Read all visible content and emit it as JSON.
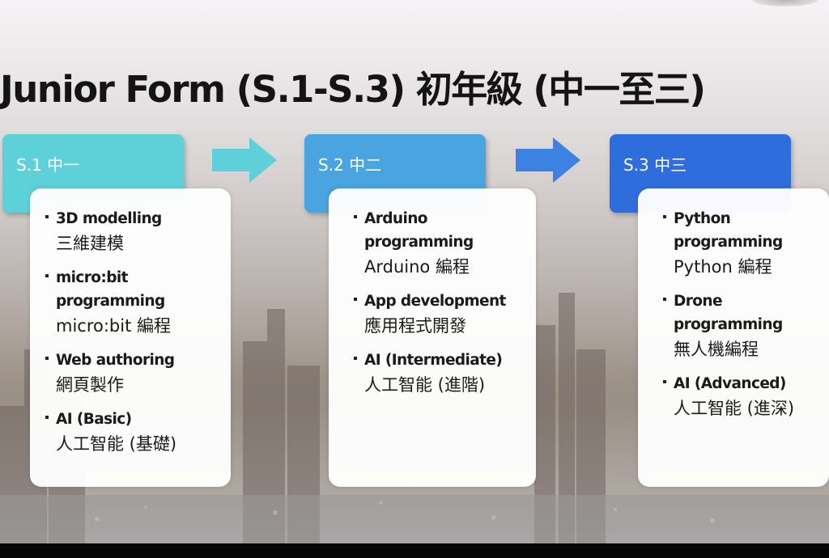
{
  "title": "Junior Form (S.1-S.3) 初年級 (中一至三)",
  "colors": {
    "s1": "#5ed1d8",
    "s2": "#49a4e0",
    "s3": "#2f6ddc",
    "arrow_1": "#5ed1d8",
    "arrow_2": "#3b82e2"
  },
  "stages": [
    {
      "label": "S.1 中一",
      "items": [
        {
          "en": "3D modelling",
          "zh": "三維建模"
        },
        {
          "en": "micro:bit\nprogramming",
          "zh": "micro:bit 編程"
        },
        {
          "en": "Web authoring",
          "zh": "網頁製作"
        },
        {
          "en": "AI (Basic)",
          "zh": "人工智能 (基礎)"
        }
      ]
    },
    {
      "label": "S.2 中二",
      "items": [
        {
          "en": "Arduino programming",
          "zh": "Arduino 編程"
        },
        {
          "en": "App development",
          "zh": "應用程式開發"
        },
        {
          "en": "AI (Intermediate)",
          "zh": "人工智能 (進階)"
        }
      ]
    },
    {
      "label": "S.3 中三",
      "items": [
        {
          "en": "Python\nprogramming",
          "zh": "Python 編程"
        },
        {
          "en": "Drone programming",
          "zh": "無人機編程"
        },
        {
          "en": "AI (Advanced)",
          "zh": "人工智能 (進深)"
        }
      ]
    }
  ]
}
